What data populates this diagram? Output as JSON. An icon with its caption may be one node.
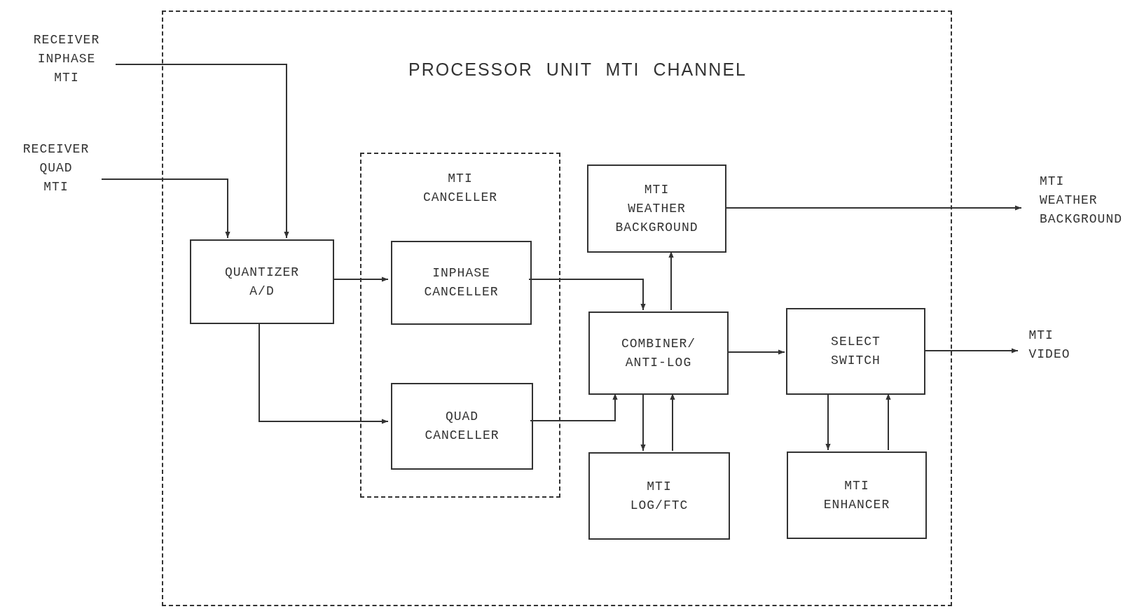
{
  "diagram": {
    "nodes": [
      {
        "text": [
          "PROCESSOR UNIT MTI CHANNEL"
        ]
      },
      {
        "text": [
          "RECEIVER INPHASE MTI"
        ]
      },
      {
        "text": [
          "RECEIVER QUAD MTI"
        ]
      },
      {
        "text": [
          "QUANTIZER A/D"
        ],
        "in": 0
      },
      {
        "text": [
          "MTI CANCELLER"
        ],
        "in": 0
      },
      {
        "text": [
          "INPHASE CANCELLER"
        ],
        "in": 4
      },
      {
        "text": [
          "QUAD CANCELLER"
        ],
        "in": 4
      },
      {
        "text": [
          "MTI WEATHER BACKGROUND"
        ],
        "in": 0
      },
      {
        "text": [
          "COMBINER/ ANTI-LOG"
        ],
        "in": 0
      },
      {
        "text": [
          "SELECT SWITCH"
        ],
        "in": 0
      },
      {
        "text": [
          "MTI LOG/FTC"
        ],
        "in": 0
      },
      {
        "text": [
          "MTI ENHANCER"
        ],
        "in": 0
      },
      {
        "text": [
          "MTI WEATHER BACKGROUND"
        ]
      },
      {
        "text": [
          "MTI VIDEO"
        ]
      }
    ],
    "edges": [
      {
        "from": 1,
        "to": 3,
        "arrow": "to"
      },
      {
        "from": 2,
        "to": 3,
        "arrow": "to"
      },
      {
        "from": 3,
        "to": 5,
        "arrow": "to"
      },
      {
        "from": 3,
        "to": 6,
        "arrow": "to"
      },
      {
        "from": 5,
        "to": 8,
        "arrow": "to"
      },
      {
        "from": 6,
        "to": 8,
        "arrow": "to"
      },
      {
        "from": 8,
        "to": 7,
        "arrow": "to"
      },
      {
        "from": 8,
        "to": 10,
        "arrow": "to"
      },
      {
        "from": 10,
        "to": 8,
        "arrow": "to"
      },
      {
        "from": 8,
        "to": 9,
        "arrow": "to"
      },
      {
        "from": 7,
        "to": 12,
        "arrow": "to"
      },
      {
        "from": 9,
        "to": 13,
        "arrow": "to"
      },
      {
        "from": 9,
        "to": 11,
        "arrow": "to"
      },
      {
        "from": 11,
        "to": 9,
        "arrow": "to"
      }
    ]
  }
}
